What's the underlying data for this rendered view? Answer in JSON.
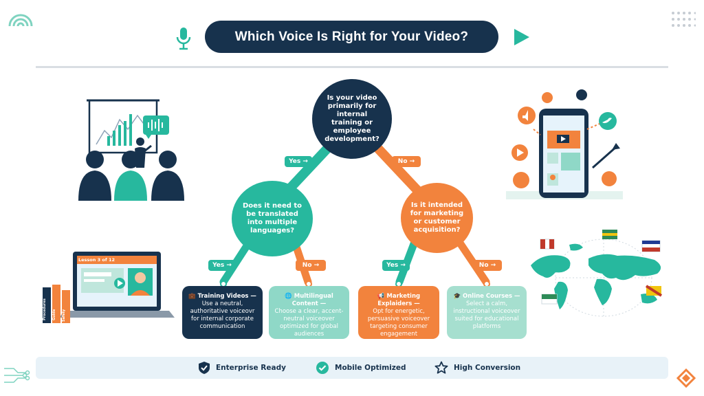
{
  "header": {
    "title": "Which Voice Is Right for Your Video?"
  },
  "flow": {
    "root": {
      "question": "Is your video primarily for internal training or employee development?",
      "yes_label": "Yes →",
      "no_label": "No →"
    },
    "left": {
      "question": "Does it need to be translated into multiple languages?",
      "yes_label": "Yes →",
      "no_label": "No →"
    },
    "right": {
      "question": "Is it intended for marketing or customer acquisition?",
      "yes_label": "Yes →",
      "no_label": "No →"
    },
    "outcomes": [
      {
        "title": "Training Videos —",
        "body": "Use a neutral, authoritative voiceovr for internal corporate communication",
        "icon": "briefcase-icon"
      },
      {
        "title": "Multilingual Content —",
        "body": "Choose a clear, accent-neutral voiceover optimized for global audiences",
        "icon": "globe-icon"
      },
      {
        "title": "Marketing Explaiders —",
        "body": "Opt for energetic, persuasive voiceover targeting consumer engagement",
        "icon": "megaphone-icon"
      },
      {
        "title": "Online Courses —",
        "body": "Select a calm, instructional voiceover suited for educational platforms",
        "icon": "graduation-cap-icon"
      }
    ]
  },
  "illustrations": {
    "laptop_screen_text": "Lesson 3 of 12",
    "book_spines": [
      "Procedures",
      "Guide",
      "Safety"
    ]
  },
  "features": [
    {
      "label": "Enterprise Ready",
      "icon": "shield-check-icon"
    },
    {
      "label": "Mobile Optimized",
      "icon": "check-circle-icon"
    },
    {
      "label": "High Conversion",
      "icon": "star-icon"
    }
  ],
  "colors": {
    "navy": "#17324d",
    "teal": "#27b89e",
    "orange": "#f2833d",
    "mint": "#8fd8c7"
  }
}
